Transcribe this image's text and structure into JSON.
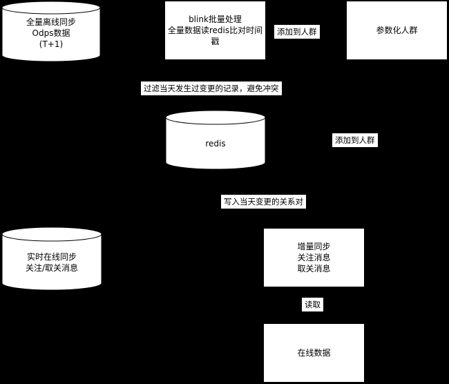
{
  "nodes": {
    "offline_odps": {
      "lines": [
        "全量离线同步",
        "Odps数据",
        "(T+1)"
      ]
    },
    "blink": {
      "lines": [
        "blink批量处理",
        "全量数据读redis比对时间",
        "戳"
      ]
    },
    "param_crowd": {
      "lines": [
        "参数化人群"
      ]
    },
    "redis": {
      "lines": [
        "redis"
      ]
    },
    "realtime": {
      "lines": [
        "实时在线同步",
        "关注/取关消息"
      ]
    },
    "incremental": {
      "lines": [
        "增量同步",
        "关注消息",
        "取关消息"
      ]
    },
    "online_data": {
      "lines": [
        "在线数据"
      ]
    }
  },
  "labels": {
    "add_to_crowd_1": "添加到人群",
    "filter": "过滤当天发生过变更的记录，避免冲突",
    "add_to_crowd_2": "添加到人群",
    "write_pairs": "写入当天变更的关系对",
    "read": "读取"
  }
}
